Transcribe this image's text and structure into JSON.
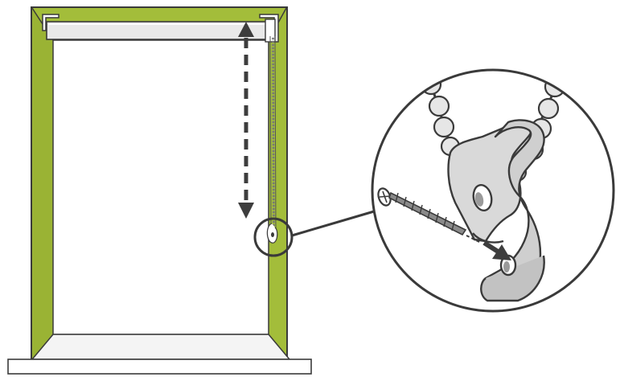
{
  "diagram": {
    "subject": "roller-blind-chain-safety-cleat-installation",
    "colors": {
      "frame": "#a3bd3a",
      "outline": "#3a3a3a",
      "blind_tube": "#e9e9e9",
      "chain_bead": "#e6e6e6",
      "cleat": "#d9d9d9",
      "cleat_shadow": "#b9b9b9",
      "screw": "#8a8a8a",
      "arrow": "#3d3d3d",
      "sill": "#ffffff"
    },
    "icons": {
      "vertical_adjust_arrow": "double-headed-dashed-arrow",
      "insert_arrow": "solid-arrow"
    }
  }
}
